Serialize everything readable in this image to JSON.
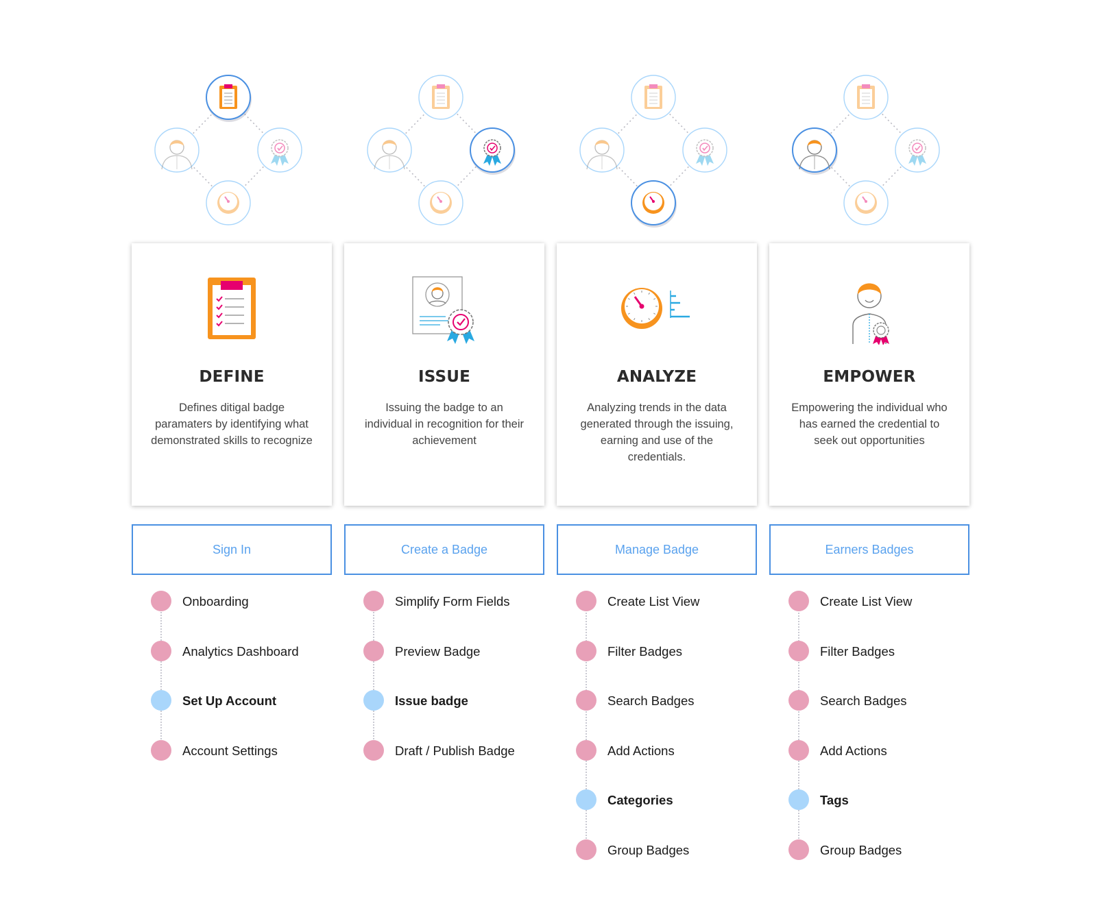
{
  "columns": [
    {
      "key": "define",
      "active_node": "top",
      "title": "DEFINE",
      "description": "Defines ditigal badge paramaters by identifying what demonstrated skills to recognize",
      "button": "Sign In",
      "steps": [
        {
          "label": "Onboarding",
          "highlight": false
        },
        {
          "label": "Analytics Dashboard",
          "highlight": false
        },
        {
          "label": "Set Up Account",
          "highlight": true
        },
        {
          "label": " Account Settings",
          "highlight": false
        }
      ]
    },
    {
      "key": "issue",
      "active_node": "right",
      "title": "ISSUE",
      "description": "Issuing the badge to an individual in recognition for their achievement",
      "button": "Create a Badge",
      "steps": [
        {
          "label": "Simplify Form Fields",
          "highlight": false
        },
        {
          "label": "Preview  Badge",
          "highlight": false
        },
        {
          "label": "Issue badge",
          "highlight": true
        },
        {
          "label": "Draft / Publish Badge",
          "highlight": false
        }
      ]
    },
    {
      "key": "analyze",
      "active_node": "bottom",
      "title": "ANALYZE",
      "description": "Analyzing trends in the data generated through the issuing, earning and use of the credentials.",
      "button": "Manage Badge",
      "steps": [
        {
          "label": "Create List View",
          "highlight": false
        },
        {
          "label": "Filter Badges",
          "highlight": false
        },
        {
          "label": "Search Badges",
          "highlight": false
        },
        {
          "label": "Add Actions",
          "highlight": false
        },
        {
          "label": "Categories",
          "highlight": true
        },
        {
          "label": "Group Badges",
          "highlight": false
        }
      ]
    },
    {
      "key": "empower",
      "active_node": "left",
      "title": "EMPOWER",
      "description": "Empowering the individual who has earned the credential to seek out opportunities",
      "button": "Earners Badges",
      "steps": [
        {
          "label": "Create List View",
          "highlight": false
        },
        {
          "label": "Filter Badges",
          "highlight": false
        },
        {
          "label": "Search Badges",
          "highlight": false
        },
        {
          "label": "Add Actions",
          "highlight": false
        },
        {
          "label": "Tags",
          "highlight": true
        },
        {
          "label": "Group Badges",
          "highlight": false
        }
      ]
    }
  ],
  "colors": {
    "accent_blue": "#4a90e2",
    "step_pink": "#e8a0b8",
    "step_blue": "#a9d6fb",
    "orange": "#f7931e",
    "magenta": "#e6006e"
  },
  "icons": {
    "clipboard": "clipboard-icon",
    "person": "person-icon",
    "badge": "badge-ribbon-icon",
    "gauge": "gauge-icon"
  }
}
